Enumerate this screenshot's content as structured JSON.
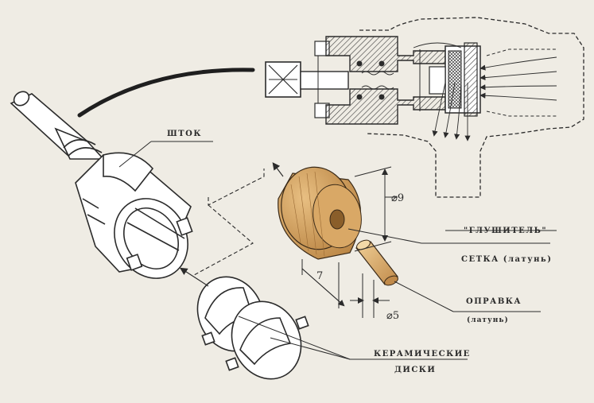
{
  "labels": {
    "stem": "ШТОК",
    "silencer": "\"ГЛУШИТЕЛЬ\"",
    "mesh": "СЕТКА (латунь)",
    "mandrel": "ОПРАВКА",
    "mandrel_material": "(латунь)",
    "ceramic_1": "КЕРАМИЧЕСКИЕ",
    "ceramic_2": "ДИСКИ"
  },
  "dimensions": {
    "d_silencer": "⌀9",
    "length": "7",
    "d_mandrel": "⌀5"
  },
  "colors": {
    "paper": "#efece4",
    "ink": "#2b2b2b",
    "cork": "#d9a866",
    "cork_dark": "#b98443",
    "brass": "#dcae72",
    "section_hatch": "#3a3a3a"
  }
}
